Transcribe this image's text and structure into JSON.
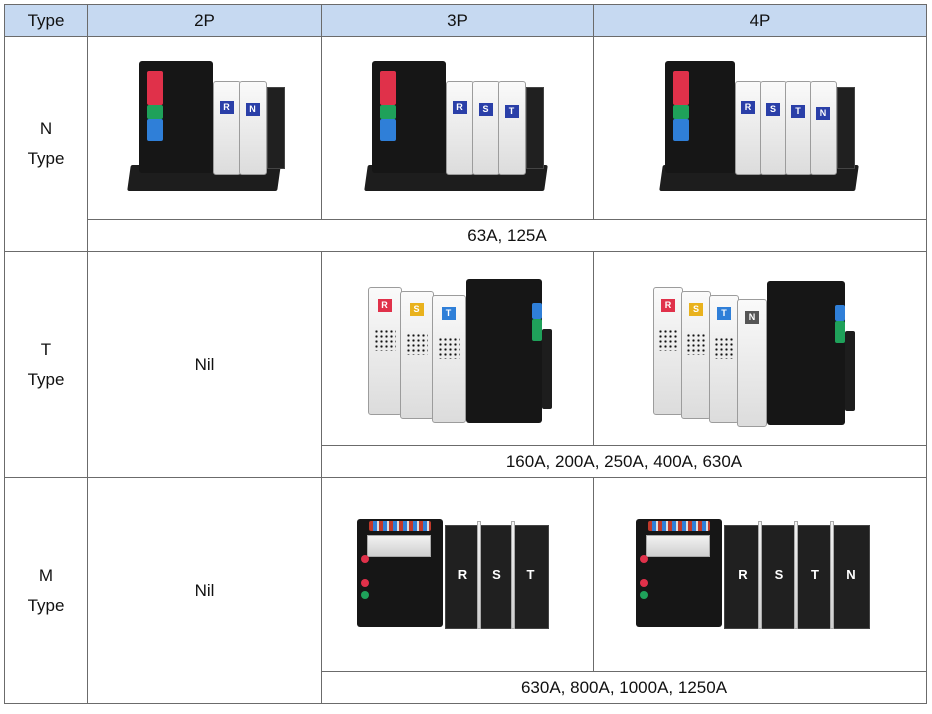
{
  "table": {
    "header": {
      "type": "Type",
      "p2": "2P",
      "p3": "3P",
      "p4": "4P"
    },
    "rows": [
      {
        "type_line1": "N",
        "type_line2": "Type",
        "p2_text": "",
        "ratings": "63A, 125A"
      },
      {
        "type_line1": "T",
        "type_line2": "Type",
        "p2_text": "Nil",
        "ratings": "160A, 200A, 250A, 400A, 630A"
      },
      {
        "type_line1": "M",
        "type_line2": "Type",
        "p2_text": "Nil",
        "ratings": "630A, 800A, 1000A, 1250A"
      }
    ]
  },
  "images": {
    "n_type_2p": {
      "pole_labels": [
        "R",
        "N"
      ]
    },
    "n_type_3p": {
      "pole_labels": [
        "R",
        "S",
        "T"
      ]
    },
    "n_type_4p": {
      "pole_labels": [
        "R",
        "S",
        "T",
        "N"
      ]
    },
    "t_type_3p": {
      "pole_labels": [
        "R",
        "S",
        "T"
      ]
    },
    "t_type_4p": {
      "pole_labels": [
        "R",
        "S",
        "T",
        "N"
      ]
    },
    "m_type_3p": {
      "pole_labels": [
        "R",
        "S",
        "T"
      ]
    },
    "m_type_4p": {
      "pole_labels": [
        "R",
        "S",
        "T",
        "N"
      ]
    }
  },
  "colors": {
    "header_bg": "#c6d9f1",
    "border": "#6b6b6b",
    "pole_label_blue": "#2a3fa8"
  }
}
